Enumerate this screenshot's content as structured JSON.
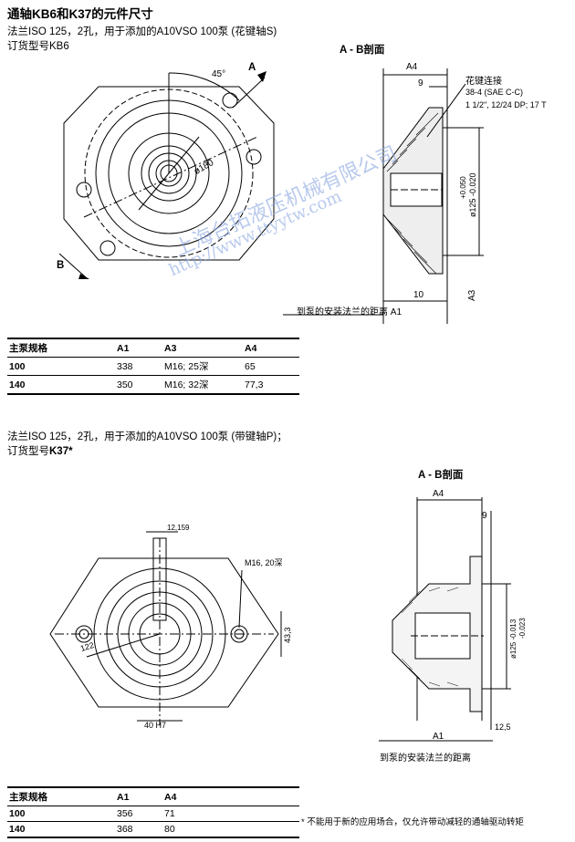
{
  "page": {
    "title": "通轴KB6和K37的元件尺寸"
  },
  "section1": {
    "line1": "法兰ISO 125，2孔，用于添加的A10VSO 100泵 (花键轴S)",
    "line2": "订货型号KB6",
    "section_label": "A - B剖面",
    "labels": {
      "angle": "45°",
      "arrow_a": "A",
      "arrow_b": "B",
      "dia_180": "ø180",
      "a4": "A4",
      "dim_9": "9",
      "spline_title": "花键连接",
      "spline_spec1": "38-4 (SAE C-C)",
      "spline_spec2": "1 1/2\", 12/24 DP; 17 T",
      "dia_125": "ø125 -0.020",
      "dia_125_tol": "+0.050",
      "a3": "A3",
      "dim_10": "10",
      "mount_distance": "到泵的安装法兰的距离 A1"
    },
    "table": {
      "headers": [
        "主泵规格",
        "A1",
        "A3",
        "A4"
      ],
      "rows": [
        [
          "100",
          "338",
          "M16; 25深",
          "65"
        ],
        [
          "140",
          "350",
          "M16; 32深",
          "77,3"
        ]
      ]
    }
  },
  "section2": {
    "line1": "法兰ISO 125，2孔，用于添加的A10VSO 100泵 (带键轴P)；",
    "line2_prefix": "订货型号",
    "line2_code": "K37*",
    "section_label": "A - B剖面",
    "labels": {
      "dim_12": "12,159",
      "m16": "M16, 20深",
      "dia_122": "122",
      "dia_40": "40 H7",
      "dim_43": "43,3",
      "a4": "A4",
      "dim_9": "9",
      "dia_125": "ø125 -0.013",
      "dia_125_tol": "-0.023",
      "dim_12_5": "12,5",
      "a1": "A1",
      "mount_distance": "到泵的安装法兰的距离"
    },
    "table": {
      "headers": [
        "主泵规格",
        "A1",
        "A4"
      ],
      "rows": [
        [
          "100",
          "356",
          "71"
        ],
        [
          "140",
          "368",
          "80"
        ]
      ]
    },
    "footnote": "* 不能用于新的应用场合，仅允许带动减轻的通轴驱动转矩"
  },
  "watermark": {
    "line1": "上海台拓液压机械有限公司",
    "line2": "http://www.ttyytw.com"
  }
}
